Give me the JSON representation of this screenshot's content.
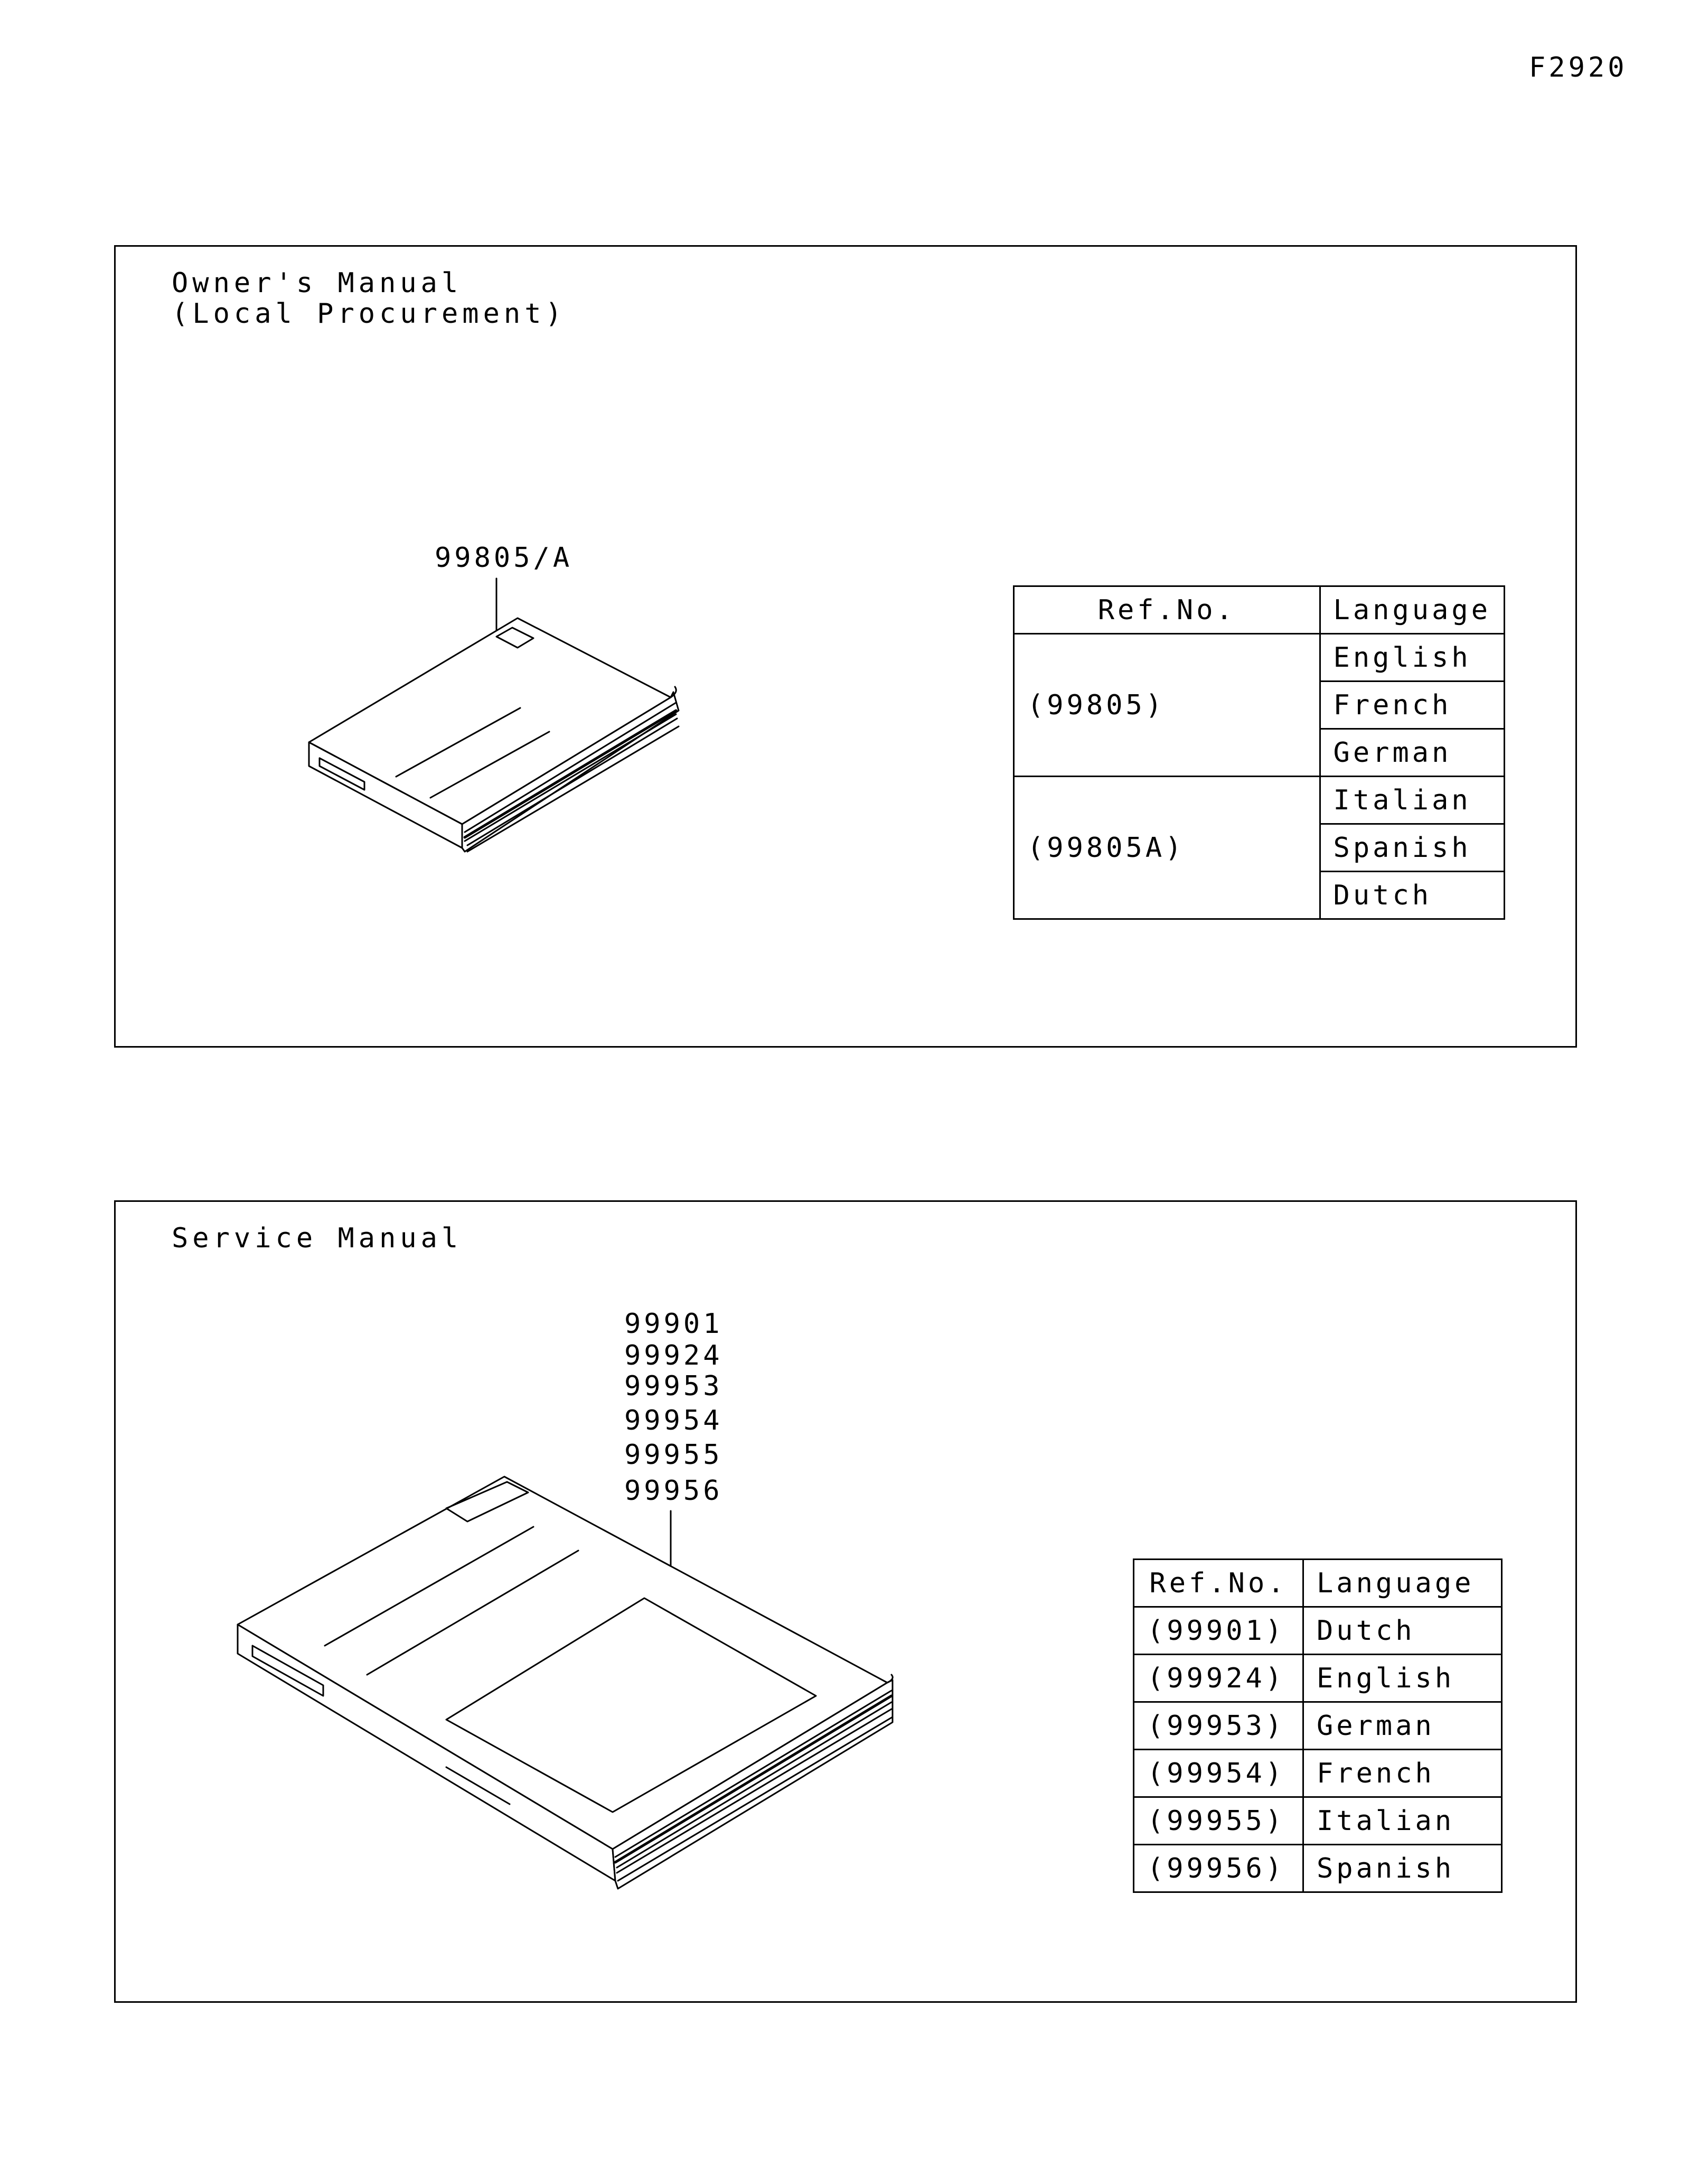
{
  "figure_code": "F2920",
  "owners_panel": {
    "title_line1": "Owner's Manual",
    "title_line2": "(Local Procurement)",
    "callout": "99805/A",
    "table": {
      "headers": [
        "Ref.No.",
        "Language"
      ],
      "groups": [
        {
          "ref": "(99805)",
          "languages": [
            "English",
            "French",
            "German"
          ]
        },
        {
          "ref": "(99805A)",
          "languages": [
            "Italian",
            "Spanish",
            "Dutch"
          ]
        }
      ]
    }
  },
  "service_panel": {
    "title": "Service Manual",
    "callouts": [
      "99901",
      "99924",
      "99953",
      "99954",
      "99955",
      "99956"
    ],
    "table": {
      "headers": [
        "Ref.No.",
        "Language"
      ],
      "rows": [
        {
          "ref": "(99901)",
          "language": "Dutch"
        },
        {
          "ref": "(99924)",
          "language": "English"
        },
        {
          "ref": "(99953)",
          "language": "German"
        },
        {
          "ref": "(99954)",
          "language": "French"
        },
        {
          "ref": "(99955)",
          "language": "Italian"
        },
        {
          "ref": "(99956)",
          "language": "Spanish"
        }
      ]
    }
  }
}
